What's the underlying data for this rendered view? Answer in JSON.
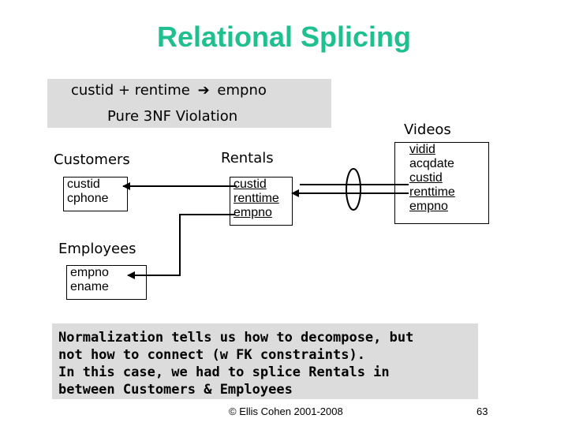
{
  "title": "Relational Splicing",
  "fd": {
    "left": "custid + rentime",
    "arrow": "➔",
    "right": "empno",
    "violation": "Pure 3NF Violation"
  },
  "tables": {
    "customers": {
      "name": "Customers",
      "attrs": [
        "custid",
        "cphone"
      ]
    },
    "rentals": {
      "name": "Rentals",
      "attrs": [
        "custid",
        "renttime",
        "empno"
      ]
    },
    "videos": {
      "name": "Videos",
      "attrs": [
        "vidid",
        "acqdate",
        "custid",
        "renttime",
        "empno"
      ]
    },
    "employees": {
      "name": "Employees",
      "attrs": [
        "empno",
        "ename"
      ]
    }
  },
  "note": {
    "lines": [
      "Normalization tells us how to decompose, but",
      "not how to connect (w FK constraints).",
      "In this case, we had to splice Rentals in",
      "between Customers & Employees"
    ]
  },
  "footer": "© Ellis Cohen 2001-2008",
  "page_number": "63"
}
